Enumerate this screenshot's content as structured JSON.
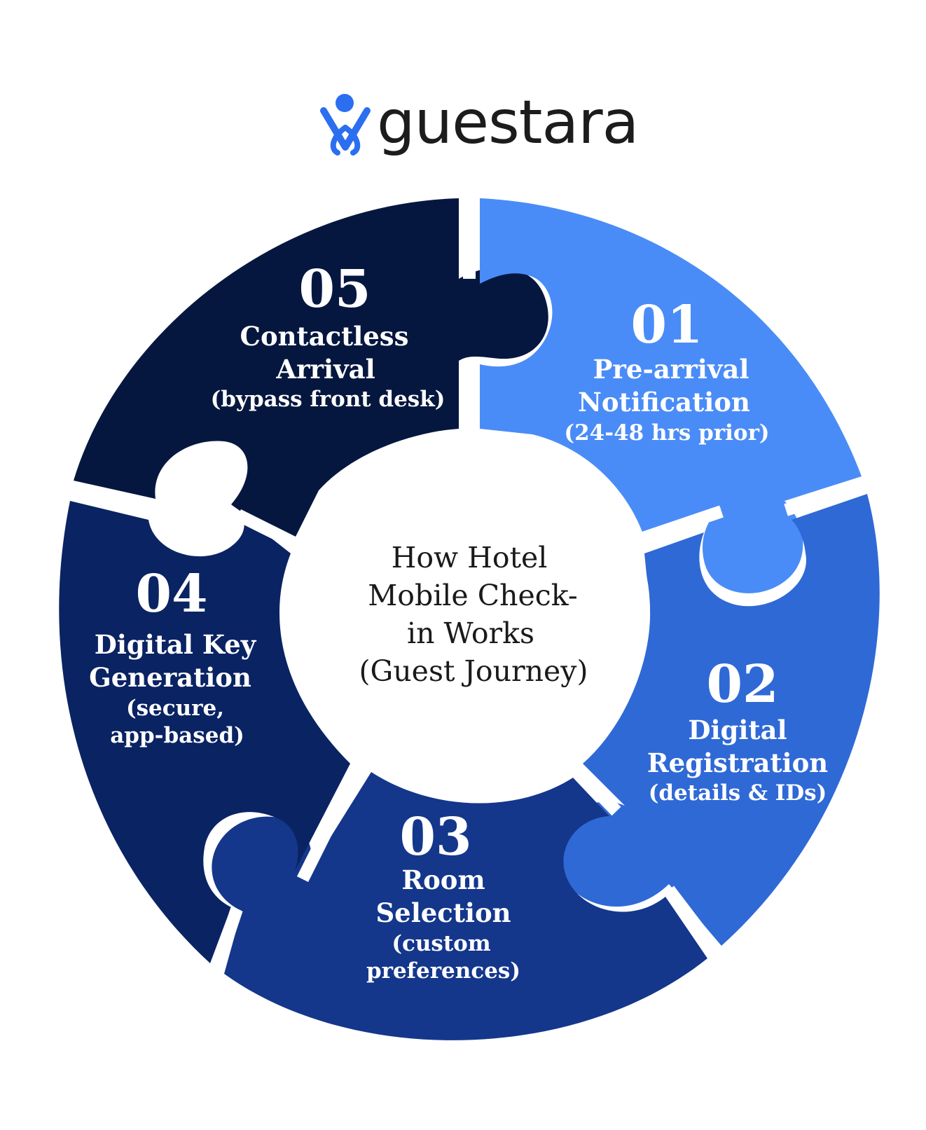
{
  "brand": {
    "name": "guestara",
    "icon": "person-in-heart-icon",
    "icon_color": "#2b6ff0"
  },
  "center": {
    "lines": [
      "How Hotel",
      "Mobile Check-",
      "in Works",
      "(Guest Journey)"
    ]
  },
  "steps": [
    {
      "number": "01",
      "title": [
        "Pre-arrival",
        "Notification"
      ],
      "detail": [
        "(24-48 hrs prior)"
      ],
      "color": "#4a8cf7"
    },
    {
      "number": "02",
      "title": [
        "Digital",
        "Registration"
      ],
      "detail": [
        "(details & IDs)"
      ],
      "color": "#2f69d6"
    },
    {
      "number": "03",
      "title": [
        "Room",
        "Selection"
      ],
      "detail": [
        "(custom",
        "preferences)"
      ],
      "color": "#14378c"
    },
    {
      "number": "04",
      "title": [
        "Digital Key",
        "Generation"
      ],
      "detail": [
        "(secure,",
        "app-based)"
      ],
      "color": "#0a2363"
    },
    {
      "number": "05",
      "title": [
        "Contactless",
        "Arrival"
      ],
      "detail": [
        "(bypass front desk)"
      ],
      "color": "#06173f"
    }
  ]
}
